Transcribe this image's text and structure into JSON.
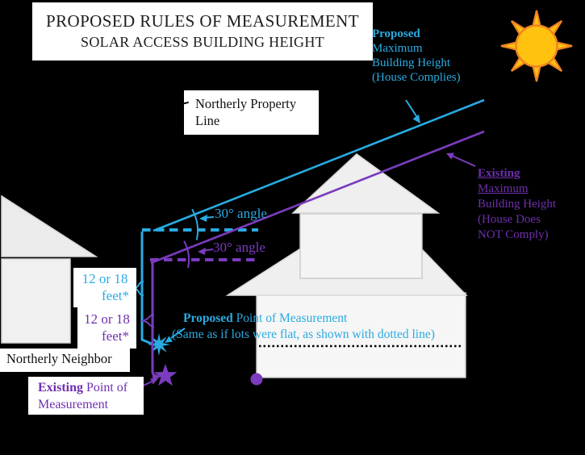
{
  "title": {
    "line1": "PROPOSED RULES OF MEASUREMENT",
    "line2": "SOLAR ACCESS BUILDING HEIGHT"
  },
  "labels": {
    "proposed_max": {
      "emphasis": "Proposed",
      "line2": "Maximum",
      "line3": "Building Height",
      "line4": "(House Complies)"
    },
    "existing_max": {
      "emphasis": "Existing",
      "line2": "Maximum",
      "line3": "Building Height",
      "line4": "(House Does",
      "line5": "NOT Comply)"
    },
    "property_line": {
      "line1": "Northerly Property",
      "line2": "Line"
    },
    "neighbor": {
      "text": "Northerly Neighbor"
    },
    "angle_proposed": {
      "text": "30° angle"
    },
    "angle_existing": {
      "text": "30° angle"
    },
    "feet_proposed": {
      "line1": "12 or 18",
      "line2": "feet*"
    },
    "feet_existing": {
      "line1": "12 or 18",
      "line2": "feet*"
    },
    "point_proposed": {
      "emphasis": "Proposed",
      "rest": " Point of Measurement",
      "line2": "(Same as if lots were flat, as shown with dotted line)"
    },
    "point_existing": {
      "emphasis": "Existing",
      "rest": " Point of",
      "line2": "Measurement"
    }
  },
  "icons": {
    "sun": "sun-icon",
    "proposed_point_marker": "burst-star-icon",
    "existing_point_marker": "five-point-star-icon",
    "grade_marker": "circle-dot-icon"
  },
  "colors": {
    "background": "#000000",
    "proposed_cyan": "#29ABE2",
    "existing_purple": "#7B3CBF",
    "existing_purple_text": "#6F2FAE",
    "sun_fill": "#FFC20E",
    "sun_outline": "#EE8422",
    "house_fill": "#F2F2F2",
    "box_fill": "#FFFFFF"
  }
}
